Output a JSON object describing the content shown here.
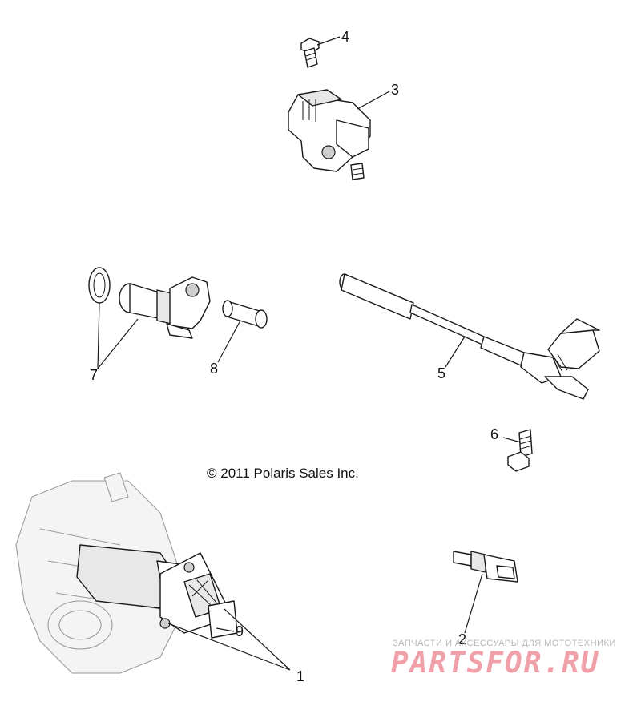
{
  "copyright": "© 2011 Polaris Sales Inc.",
  "callouts": [
    "1",
    "2",
    "3",
    "4",
    "5",
    "6",
    "7",
    "8",
    "9"
  ],
  "watermark": {
    "subtitle": "ЗАПЧАСТИ И АКСЕССУАРЫ ДЛЯ МОТОТЕХНИКИ",
    "brand": "PARTSFOR.RU",
    "brand_color": "#f0a0a8"
  }
}
